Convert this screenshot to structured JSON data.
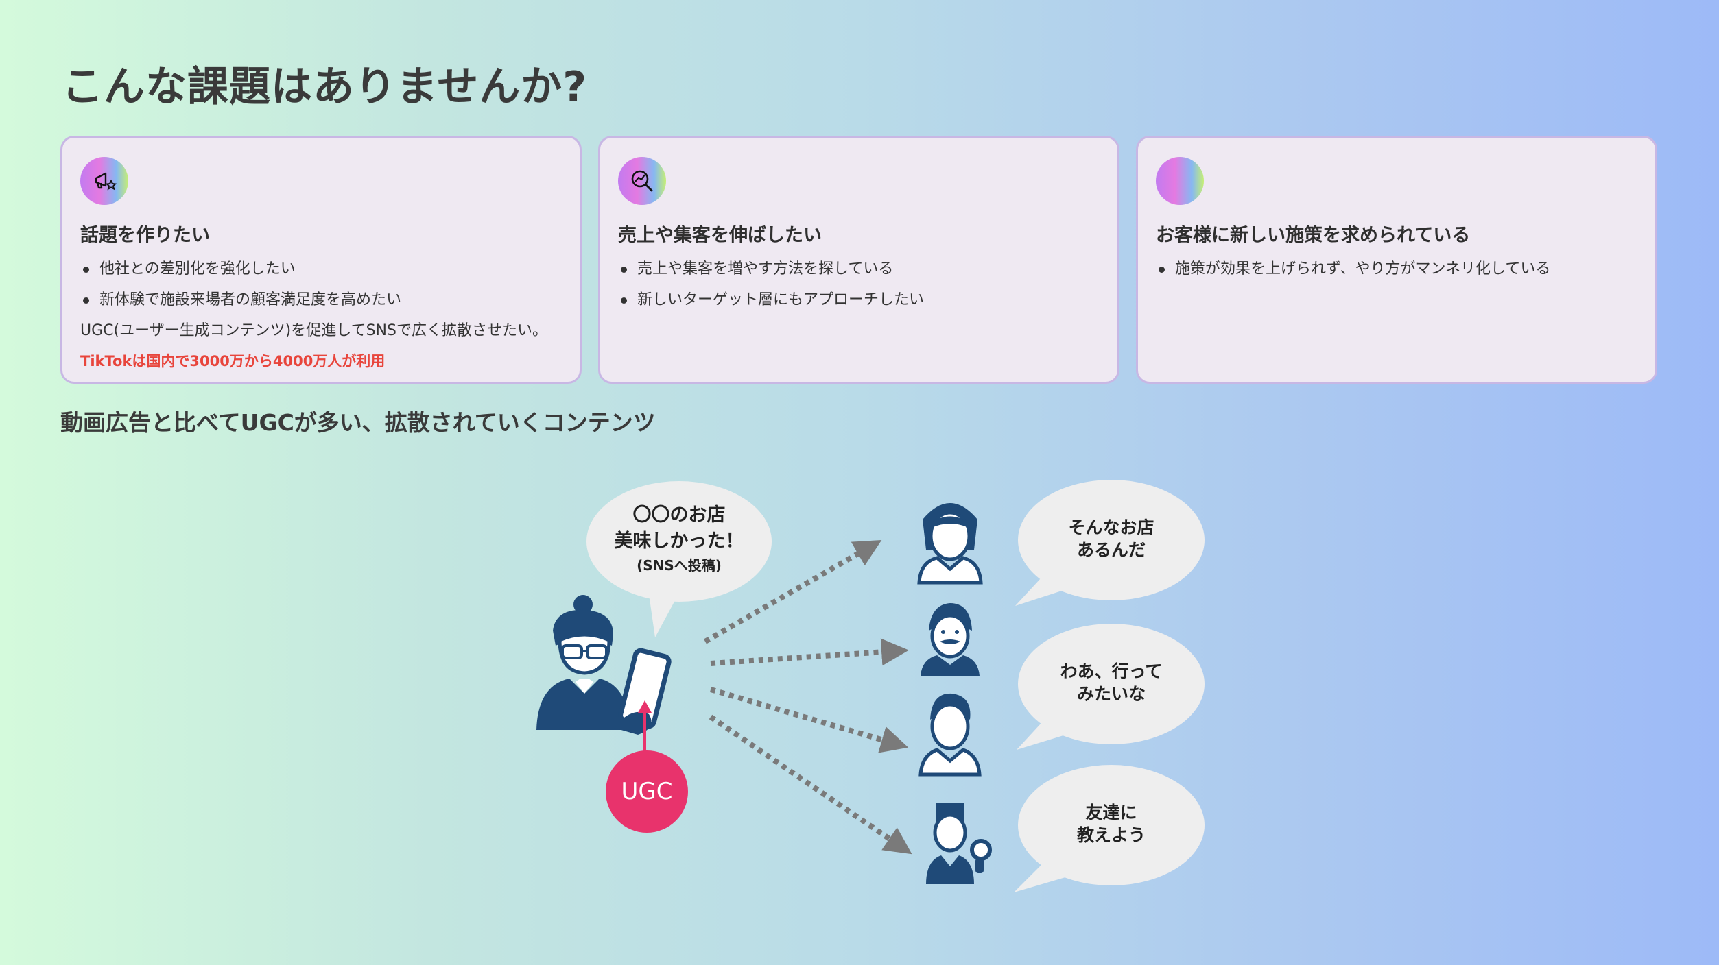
{
  "page": {
    "title": "こんな課題はありませんか?"
  },
  "cards": [
    {
      "icon": "megaphone-star-icon",
      "heading": "話題を作りたい",
      "bullets": [
        "他社との差別化を強化したい",
        "新体験で施設来場者の顧客満足度を高めたい"
      ],
      "note": "UGC(ユーザー生成コンテンツ)を促進してSNSで広く拡散させたい。",
      "highlight": "TikTokは国内で3000万から4000万人が利用"
    },
    {
      "icon": "chart-magnifier-icon",
      "heading": "売上や集客を伸ばしたい",
      "bullets": [
        "売上や集客を増やす方法を探している",
        "新しいターゲット層にもアプローチしたい"
      ]
    },
    {
      "icon": "gradient-circle-icon",
      "heading": "お客様に新しい施策を求められている",
      "bullets": [
        "施策が効果を上げられず、やり方がマンネリ化している"
      ]
    }
  ],
  "section": {
    "subtitle": "動画広告と比べてUGCが多い、拡散されていくコンテンツ"
  },
  "illustration": {
    "poster_bubble": {
      "line1": "〇〇のお店",
      "line2": "美味しかった！",
      "line3": "(SNSへ投稿)"
    },
    "ugc_badge": "UGC",
    "reactions": [
      {
        "line1": "そんなお店",
        "line2": "あるんだ"
      },
      {
        "line1": "わあ、行って",
        "line2": "みたいな"
      },
      {
        "line1": "友達に",
        "line2": "教えよう"
      }
    ],
    "colors": {
      "figure": "#1f4a78",
      "badge": "#e8336c",
      "arrow": "#7a7a7a",
      "bubble": "#eeeeee",
      "accent_text": "#e8453c"
    }
  }
}
